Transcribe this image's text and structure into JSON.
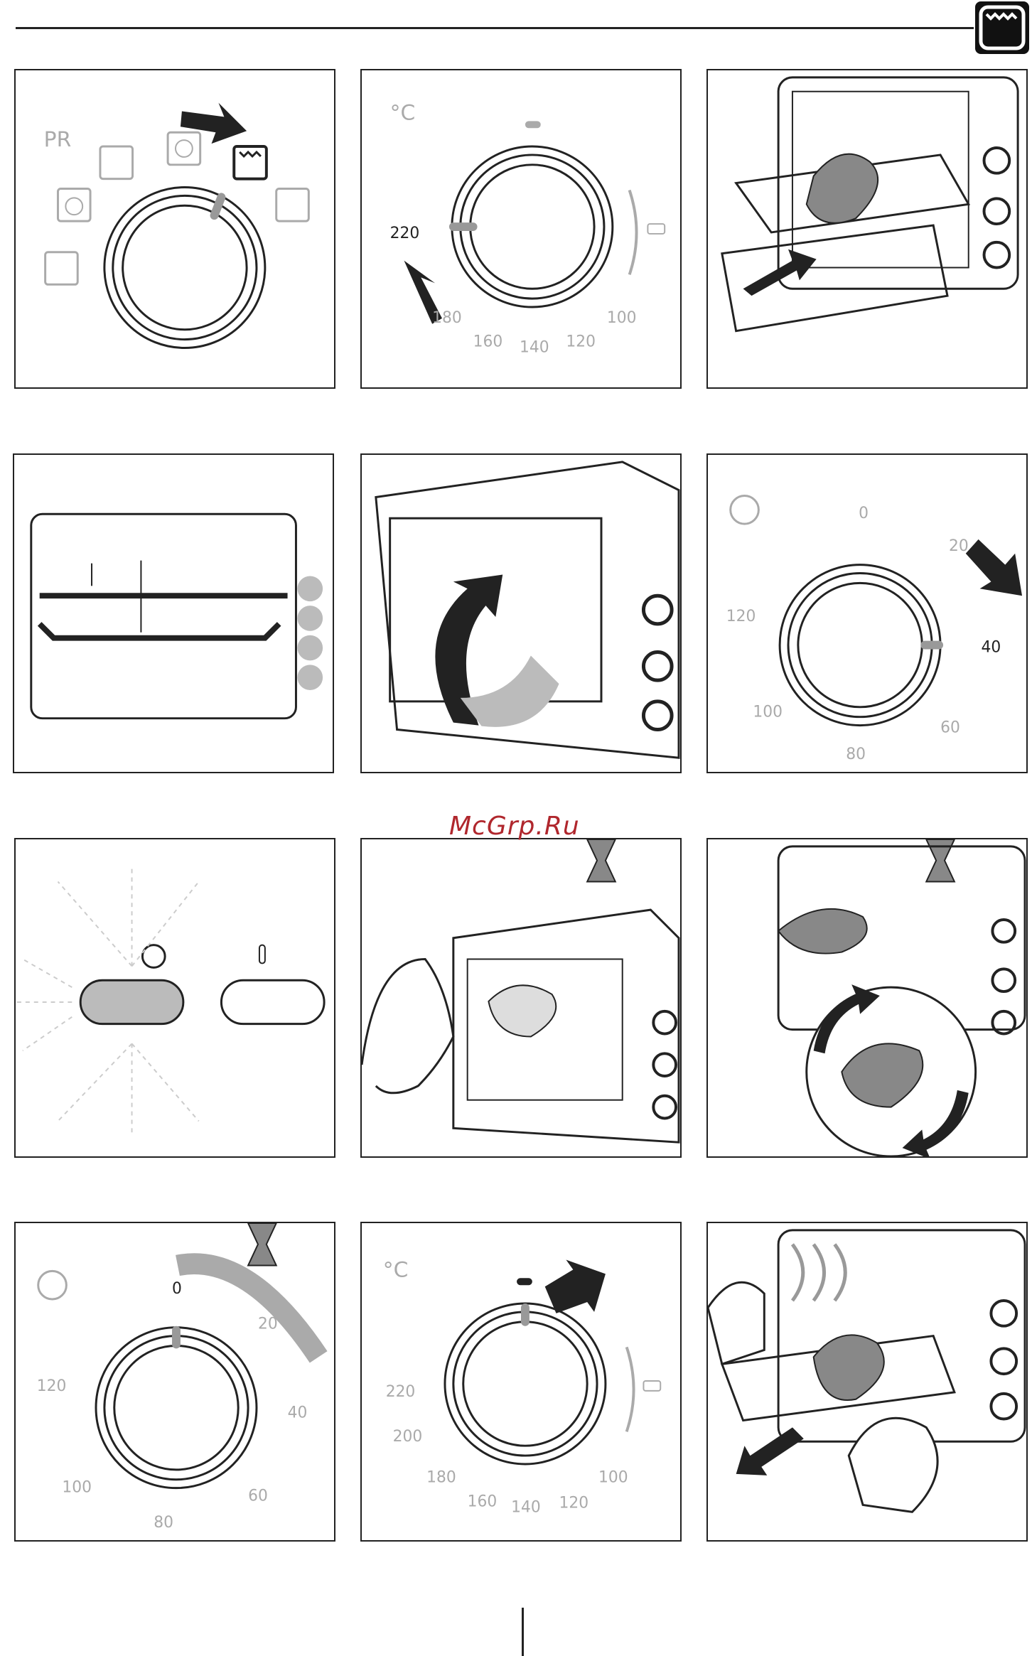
{
  "watermark": "McGrp.Ru",
  "panels": {
    "p1": {
      "mode_label": "PR"
    },
    "p2": {
      "unit": "°C",
      "setting_max": "220",
      "ticks": [
        "180",
        "160",
        "140",
        "120",
        "100"
      ]
    },
    "p6": {
      "ticks": [
        "0",
        "20",
        "40",
        "60",
        "80",
        "100",
        "120"
      ]
    },
    "p10": {
      "ticks": [
        "0",
        "20",
        "40",
        "60",
        "80",
        "100",
        "120"
      ]
    },
    "p11": {
      "unit": "°C",
      "setting_max": "220",
      "ticks": [
        "200",
        "180",
        "160",
        "140",
        "120",
        "100"
      ]
    }
  }
}
